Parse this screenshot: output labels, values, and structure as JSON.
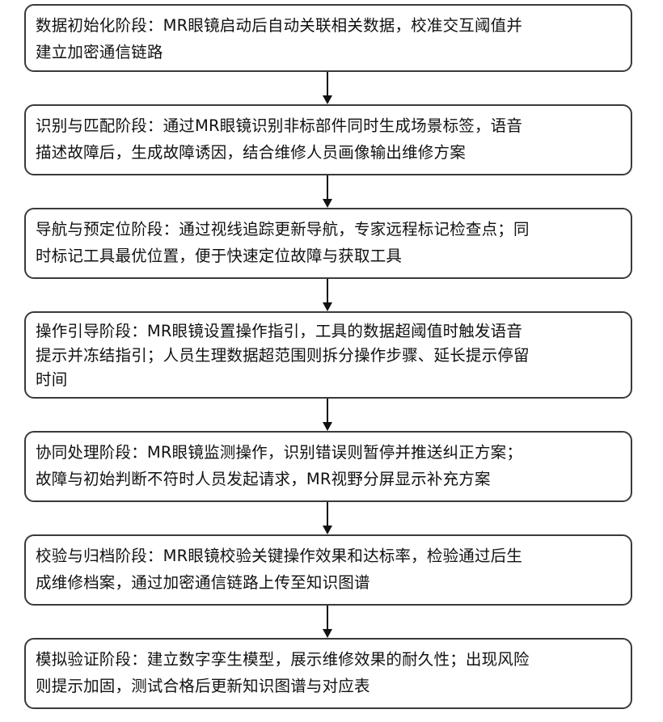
{
  "steps": [
    {
      "lines": [
        "数据初始化阶段：MR眼镜启动后自动关联相关数据，校准交互阈值并",
        "建立加密通信链路"
      ]
    },
    {
      "lines": [
        "识别与匹配阶段：通过MR眼镜识别非标部件同时生成场景标签，语音",
        "描述故障后，生成故障诱因，结合维修人员画像输出维修方案"
      ]
    },
    {
      "lines": [
        "导航与预定位阶段：通过视线追踪更新导航，专家远程标记检查点；同",
        "时标记工具最优位置，便于快速定位故障与获取工具"
      ]
    },
    {
      "lines": [
        "操作引导阶段：MR眼镜设置操作指引，工具的数据超阈值时触发语音",
        "提示并冻结指引；人员生理数据超范围则拆分操作步骤、延长提示停留",
        "时间"
      ]
    },
    {
      "lines": [
        "协同处理阶段：MR眼镜监测操作，识别错误则暂停并推送纠正方案；",
        "故障与初始判断不符时人员发起请求，MR视野分屏显示补充方案"
      ]
    },
    {
      "lines": [
        "校验与归档阶段：MR眼镜校验关键操作效果和达标率，检验通过后生",
        "成维修档案，通过加密通信链路上传至知识图谱"
      ]
    },
    {
      "lines": [
        "模拟验证阶段：建立数字孪生模型，展示维修效果的耐久性；出现风险",
        "则提示加固，测试合格后更新知识图谱与对应表"
      ]
    }
  ]
}
